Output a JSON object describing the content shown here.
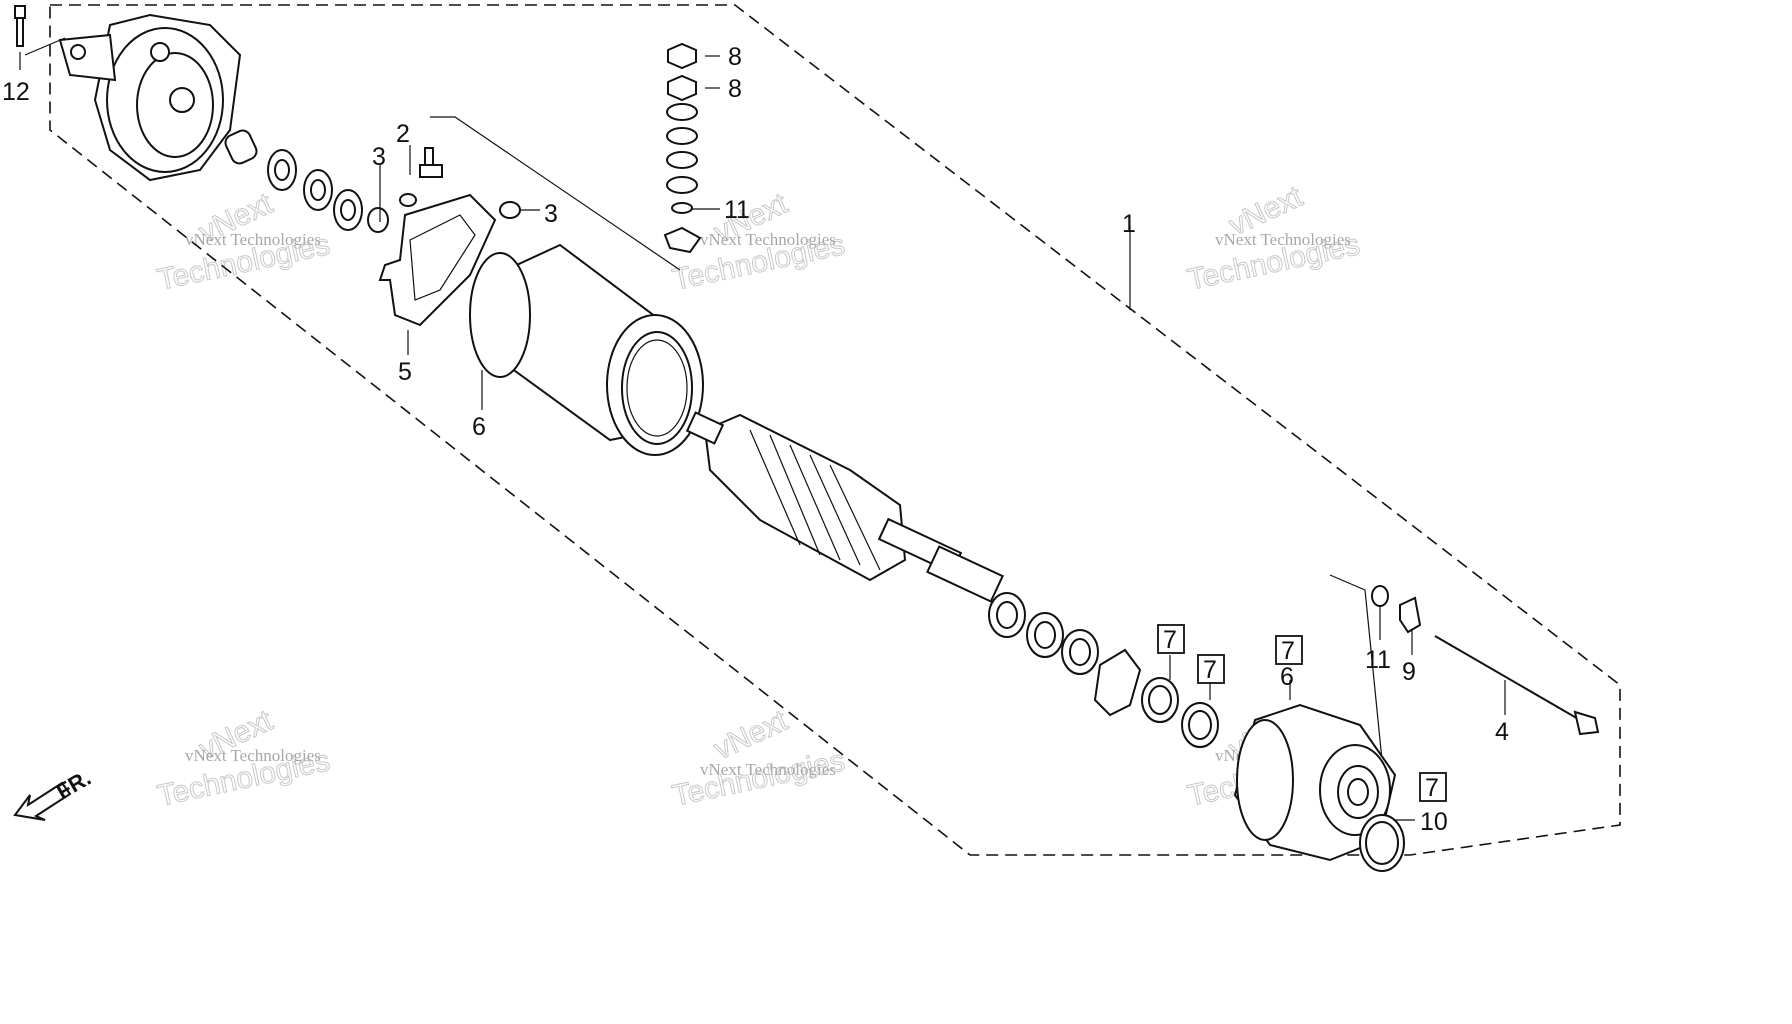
{
  "diagram": {
    "front_label": "FR.",
    "callouts": [
      {
        "id": "c1",
        "label": "1",
        "boxed": false
      },
      {
        "id": "c2",
        "label": "2",
        "boxed": false
      },
      {
        "id": "c3a",
        "label": "3",
        "boxed": false
      },
      {
        "id": "c3b",
        "label": "3",
        "boxed": false
      },
      {
        "id": "c4",
        "label": "4",
        "boxed": false
      },
      {
        "id": "c5",
        "label": "5",
        "boxed": false
      },
      {
        "id": "c6a",
        "label": "6",
        "boxed": false
      },
      {
        "id": "c6b",
        "label": "6",
        "boxed": false
      },
      {
        "id": "c7a",
        "label": "7",
        "boxed": true
      },
      {
        "id": "c7b",
        "label": "7",
        "boxed": true
      },
      {
        "id": "c7c",
        "label": "7",
        "boxed": true
      },
      {
        "id": "c7d",
        "label": "7",
        "boxed": true
      },
      {
        "id": "c8a",
        "label": "8",
        "boxed": false
      },
      {
        "id": "c8b",
        "label": "8",
        "boxed": false
      },
      {
        "id": "c9",
        "label": "9",
        "boxed": false
      },
      {
        "id": "c10",
        "label": "10",
        "boxed": false
      },
      {
        "id": "c11a",
        "label": "11",
        "boxed": false
      },
      {
        "id": "c11b",
        "label": "11",
        "boxed": false
      },
      {
        "id": "c12",
        "label": "12",
        "boxed": false
      }
    ]
  },
  "watermark": {
    "line1": "vNext",
    "line2": "vNext Technologies",
    "line3": "Technologies"
  }
}
